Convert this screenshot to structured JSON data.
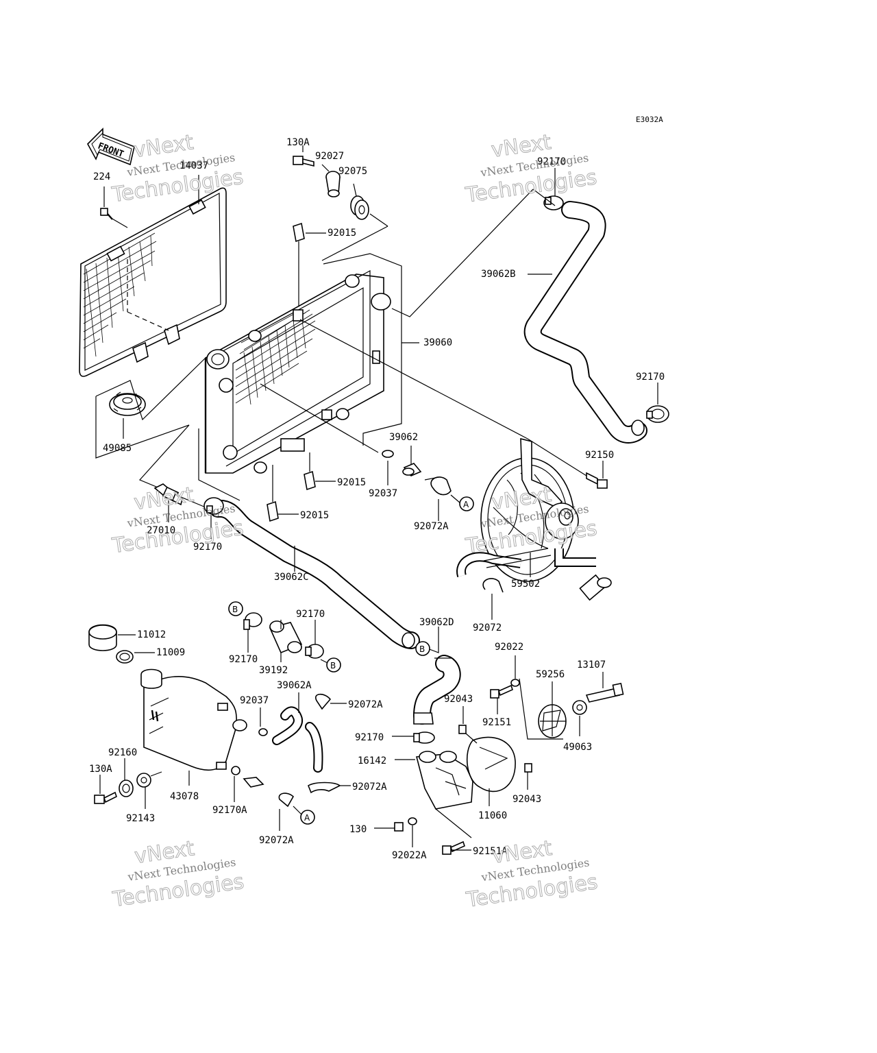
{
  "diagram": {
    "code": "E3032A",
    "front_label": "FRONT",
    "watermark": {
      "line1": "vNext Technologies",
      "line2": "vNext",
      "line3": "Technologies"
    },
    "parts": {
      "p224": "224",
      "p14037": "14037",
      "p130A_top": "130A",
      "p92027": "92027",
      "p92075": "92075",
      "p92015_top": "92015",
      "p92170_tr": "92170",
      "p39062B": "39062B",
      "p39060": "39060",
      "p92170_r": "92170",
      "p49085": "49085",
      "p39062": "39062",
      "p92150": "92150",
      "p92015_mid": "92015",
      "p92037_mid": "92037",
      "p27010": "27010",
      "p92015_low": "92015",
      "p92072A_mid": "92072A",
      "p92170_l": "92170",
      "p39062C": "39062C",
      "p59502": "59502",
      "p92072": "92072",
      "p11012": "11012",
      "p11009": "11009",
      "p92170_b1": "92170",
      "p92170_b2": "92170",
      "p39192": "39192",
      "p39062D": "39062D",
      "p92022": "92022",
      "p59256": "59256",
      "p13107": "13107",
      "p39062A": "39062A",
      "p92037_low": "92037",
      "p92072A_a": "92072A",
      "p92043_a": "92043",
      "p92151": "92151",
      "p49063": "49063",
      "p92170_c": "92170",
      "p92160": "92160",
      "p16142": "16142",
      "p130A_low": "130A",
      "p43078": "43078",
      "p92072A_b": "92072A",
      "p92043_b": "92043",
      "p92143": "92143",
      "p92170A": "92170A",
      "p11060": "11060",
      "p130": "130",
      "p92072A_c": "92072A",
      "p92022A": "92022A",
      "p92151A": "92151A"
    },
    "callouts": {
      "A": "A",
      "B": "B"
    }
  }
}
